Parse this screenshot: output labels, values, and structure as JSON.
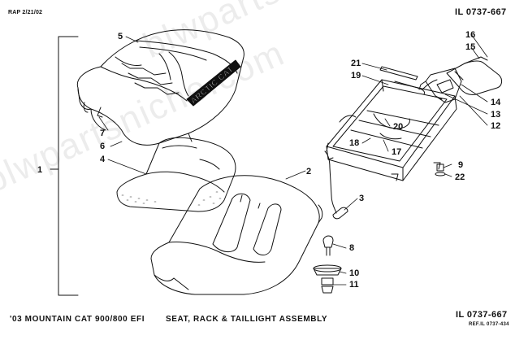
{
  "header": {
    "revision": "RAP 2/21/02",
    "illustration_id": "IL 0737-667"
  },
  "footer": {
    "model": "'03 MOUNTAIN CAT 900/800 EFI",
    "assembly_title": "SEAT, RACK & TAILLIGHT ASSEMBLY",
    "illustration_id": "IL 0737-667",
    "reference": "REF.IL 0737-434"
  },
  "watermark": {
    "text": "blwpartsniche.com"
  },
  "seat_logo": {
    "text": "ARCTIC CAT"
  },
  "callouts": [
    {
      "number": "1"
    },
    {
      "number": "2"
    },
    {
      "number": "3"
    },
    {
      "number": "4"
    },
    {
      "number": "5"
    },
    {
      "number": "6"
    },
    {
      "number": "7"
    },
    {
      "number": "8"
    },
    {
      "number": "9"
    },
    {
      "number": "10"
    },
    {
      "number": "11"
    },
    {
      "number": "12"
    },
    {
      "number": "13"
    },
    {
      "number": "14"
    },
    {
      "number": "15"
    },
    {
      "number": "16"
    },
    {
      "number": "17"
    },
    {
      "number": "18"
    },
    {
      "number": "19"
    },
    {
      "number": "20"
    },
    {
      "number": "21"
    },
    {
      "number": "22"
    }
  ],
  "colors": {
    "line": "#111111",
    "fill_dark": "#222222",
    "background": "#ffffff"
  }
}
